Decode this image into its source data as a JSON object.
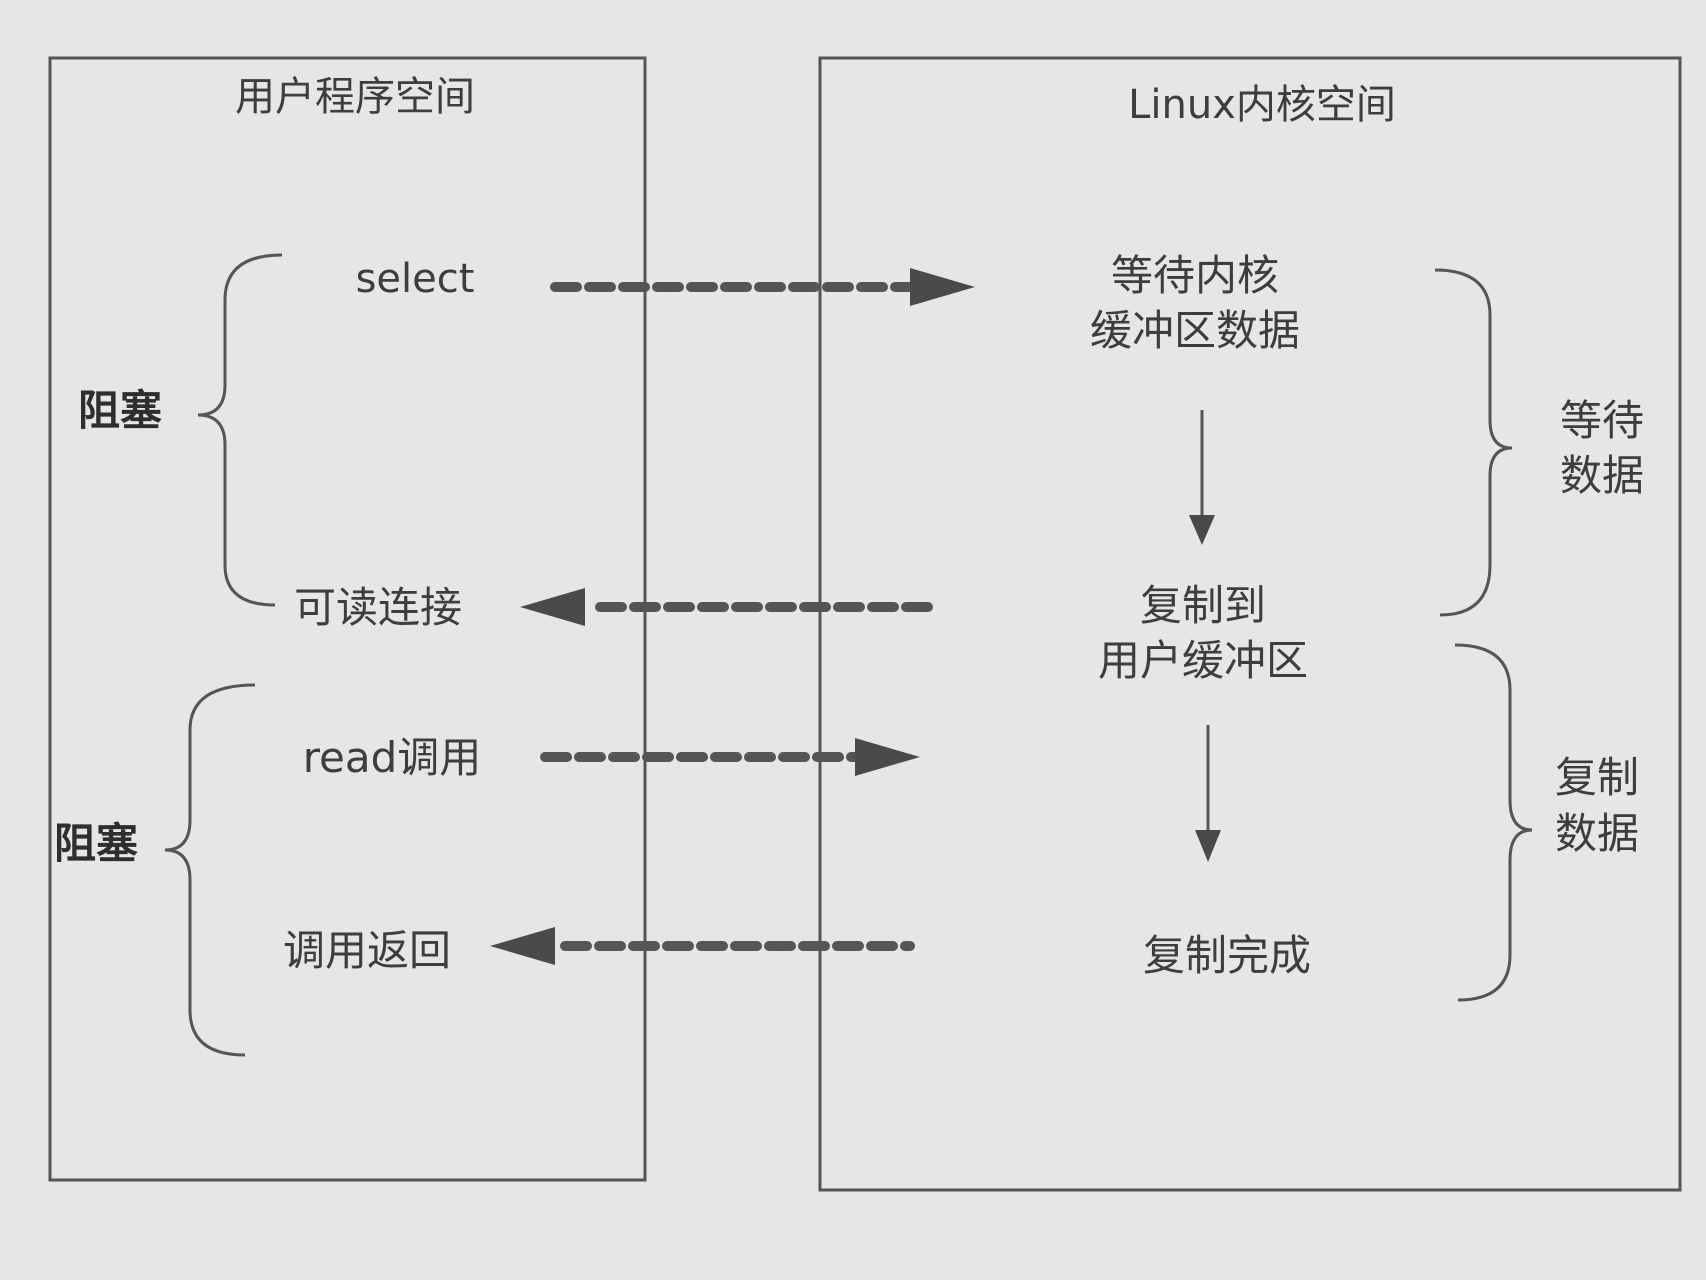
{
  "user_space": {
    "title": "用户程序空间"
  },
  "kernel_space": {
    "title": "Linux内核空间"
  },
  "user_steps": {
    "select": "select",
    "readable": "可读连接",
    "read_call": "read调用",
    "call_return": "调用返回"
  },
  "kernel_steps": {
    "wait_line1": "等待内核",
    "wait_line2": "缓冲区数据",
    "copy_line1": "复制到",
    "copy_line2": "用户缓冲区",
    "copy_done": "复制完成"
  },
  "blocking": {
    "block_1": "阻塞",
    "block_2": "阻塞"
  },
  "phases": {
    "wait_line1": "等待",
    "wait_line2": "数据",
    "copy_line1": "复制",
    "copy_line2": "数据"
  },
  "colors": {
    "background": "#e6e6e4",
    "line": "#555555",
    "arrow": "#4a4a4a"
  }
}
